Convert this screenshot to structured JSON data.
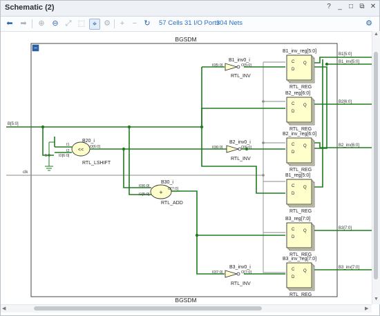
{
  "window": {
    "title": "Schematic (2)",
    "controls": [
      "?",
      "_",
      "□",
      "⧉",
      "✕"
    ]
  },
  "toolbar": {
    "stats": {
      "cells": "57 Cells",
      "io_ports": "31 I/O Ports",
      "nets": "304 Nets"
    }
  },
  "colors": {
    "wire": "#1f7a1f",
    "cell_fill": "#ffffcc",
    "cell_stroke": "#333333",
    "accent": "#2a6fc2"
  },
  "schematic": {
    "module_name_top": "BGSDM",
    "module_name_bottom": "BGSDM",
    "collapse_glyph": "−",
    "inputs": {
      "b": "B[5:0]",
      "clk": "clk"
    },
    "outputs": {
      "b1": "B1[5:0]",
      "b1_inv": "B1_inv[5:0]",
      "b2": "B2[6:0]",
      "b2_inv": "B2_inv[6:0]",
      "b3": "B3[7:0]",
      "b3_inv": "B3_inv[7:0]"
    },
    "b20": {
      "name": "B20_i",
      "type": "RTL_LSHIFT",
      "symbol": "<<",
      "pin_i1": "I1",
      "pin_i2": "I2",
      "pin_o": "O[6:0]",
      "pin_i0": "I0[6:0]",
      "const": "5:0"
    },
    "b30": {
      "name": "B30_i",
      "type": "RTL_ADD",
      "symbol": "+",
      "pin_i0": "I0[6:0]",
      "pin_i1": "I1[5:0]",
      "pin_o": "O[7:0]"
    },
    "invs": [
      {
        "name": "B1_inv0_i",
        "type": "RTL_INV",
        "in": "I0[5:0]",
        "out": "O[5:0]"
      },
      {
        "name": "B2_inv0_i",
        "type": "RTL_INV",
        "in": "I0[6:0]",
        "out": "O[6:0]"
      },
      {
        "name": "B3_inv0_i",
        "type": "RTL_INV",
        "in": "I0[7:0]",
        "out": "O[7:0]"
      }
    ],
    "regs": [
      {
        "name": "B1_inv_reg[5:0]",
        "type": "RTL_REG",
        "pin_c": "C",
        "pin_d": "D",
        "pin_q": "Q"
      },
      {
        "name": "B2_reg[6:0]",
        "type": "RTL_REG",
        "pin_c": "C",
        "pin_d": "D",
        "pin_q": "Q"
      },
      {
        "name": "B2_inv_reg[6:0]",
        "type": "RTL_REG",
        "pin_c": "C",
        "pin_d": "D",
        "pin_q": "Q"
      },
      {
        "name": "B1_reg[5:0]",
        "type": "RTL_REG",
        "pin_c": "C",
        "pin_d": "D",
        "pin_q": "Q"
      },
      {
        "name": "B3_reg[7:0]",
        "type": "RTL_REG",
        "pin_c": "C",
        "pin_d": "D",
        "pin_q": "Q"
      },
      {
        "name": "B3_inv_reg[7:0]",
        "type": "RTL_REG",
        "pin_c": "C",
        "pin_d": "D",
        "pin_q": "Q"
      }
    ]
  }
}
